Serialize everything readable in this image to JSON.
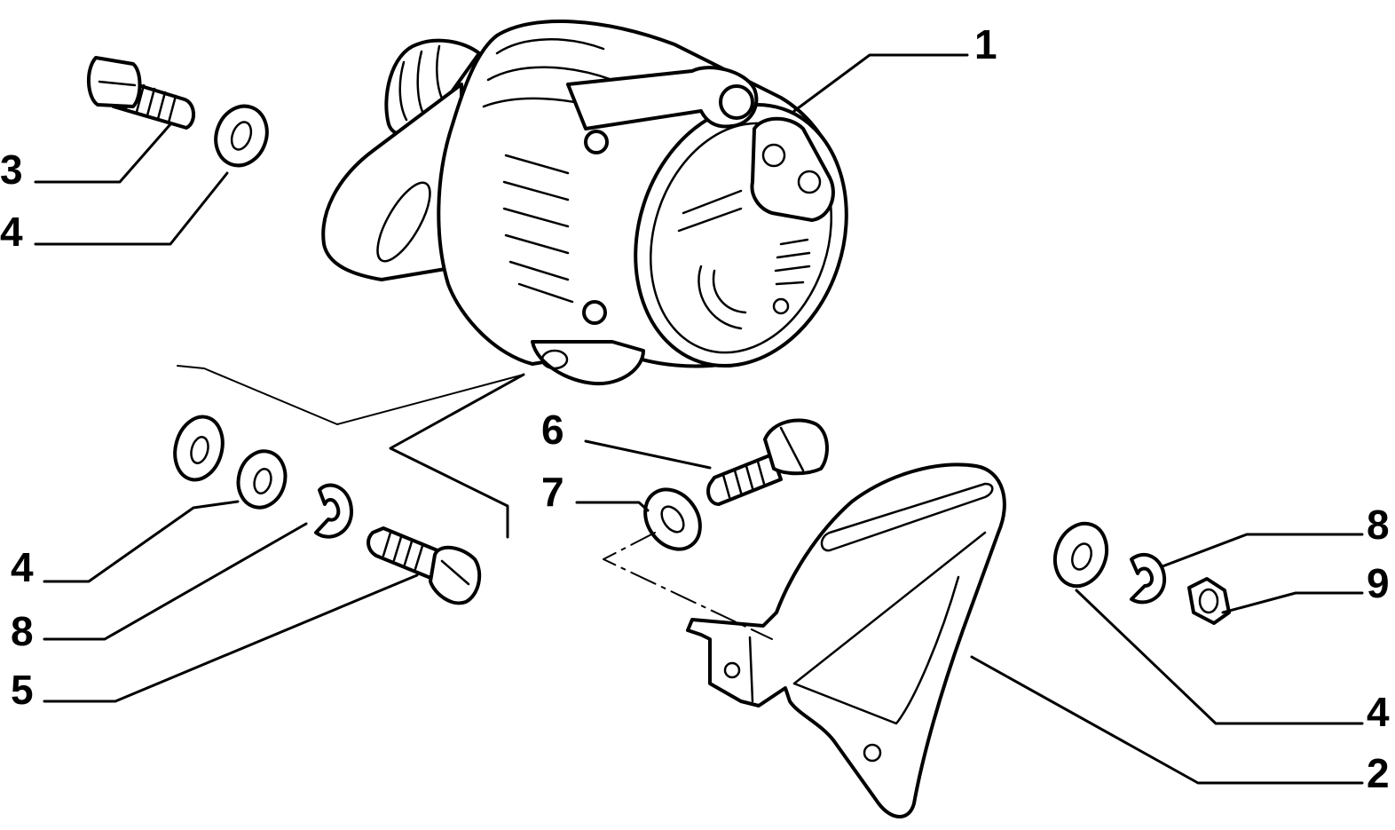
{
  "callouts": [
    {
      "id": "c1",
      "label": "1"
    },
    {
      "id": "c2",
      "label": "2"
    },
    {
      "id": "c3",
      "label": "3"
    },
    {
      "id": "c4a",
      "label": "4"
    },
    {
      "id": "c4b",
      "label": "4"
    },
    {
      "id": "c4c",
      "label": "4"
    },
    {
      "id": "c5",
      "label": "5"
    },
    {
      "id": "c6",
      "label": "6"
    },
    {
      "id": "c7",
      "label": "7"
    },
    {
      "id": "c8a",
      "label": "8"
    },
    {
      "id": "c8b",
      "label": "8"
    },
    {
      "id": "c9",
      "label": "9"
    }
  ],
  "colors": {
    "ink": "#000000",
    "paper": "#ffffff"
  }
}
